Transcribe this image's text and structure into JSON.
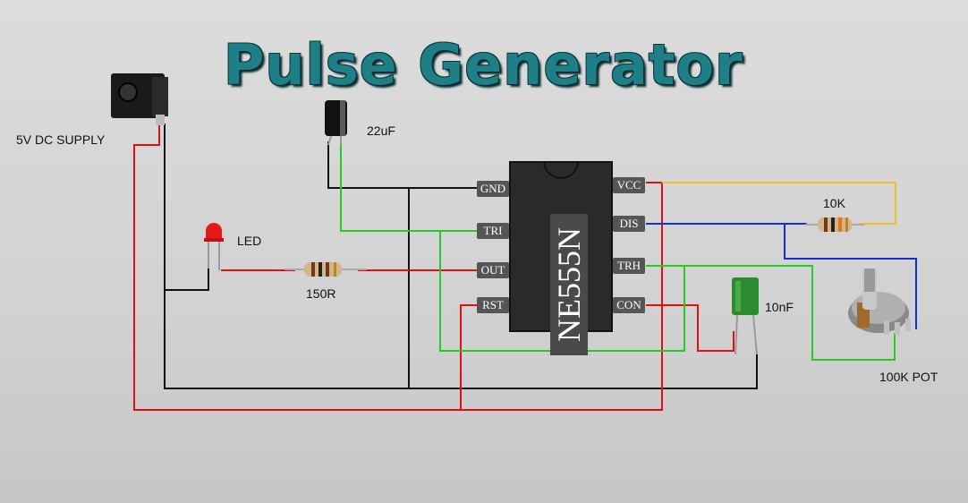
{
  "title": "Pulse Generator",
  "labels": {
    "supply": "5V DC SUPPLY",
    "cap_22uf": "22uF",
    "led": "LED",
    "res_150": "150R",
    "res_10k": "10K",
    "cap_10nf": "10nF",
    "pot": "100K POT"
  },
  "ic": {
    "name": "NE555N",
    "left_pins": [
      "GND",
      "TRI",
      "OUT",
      "RST"
    ],
    "right_pins": [
      "VCC",
      "DIS",
      "TRH",
      "CON"
    ]
  },
  "wire_colors": {
    "red": "#e01010",
    "black": "#111111",
    "green": "#22cc22",
    "blue": "#1030d8",
    "yellow": "#f0c020"
  }
}
